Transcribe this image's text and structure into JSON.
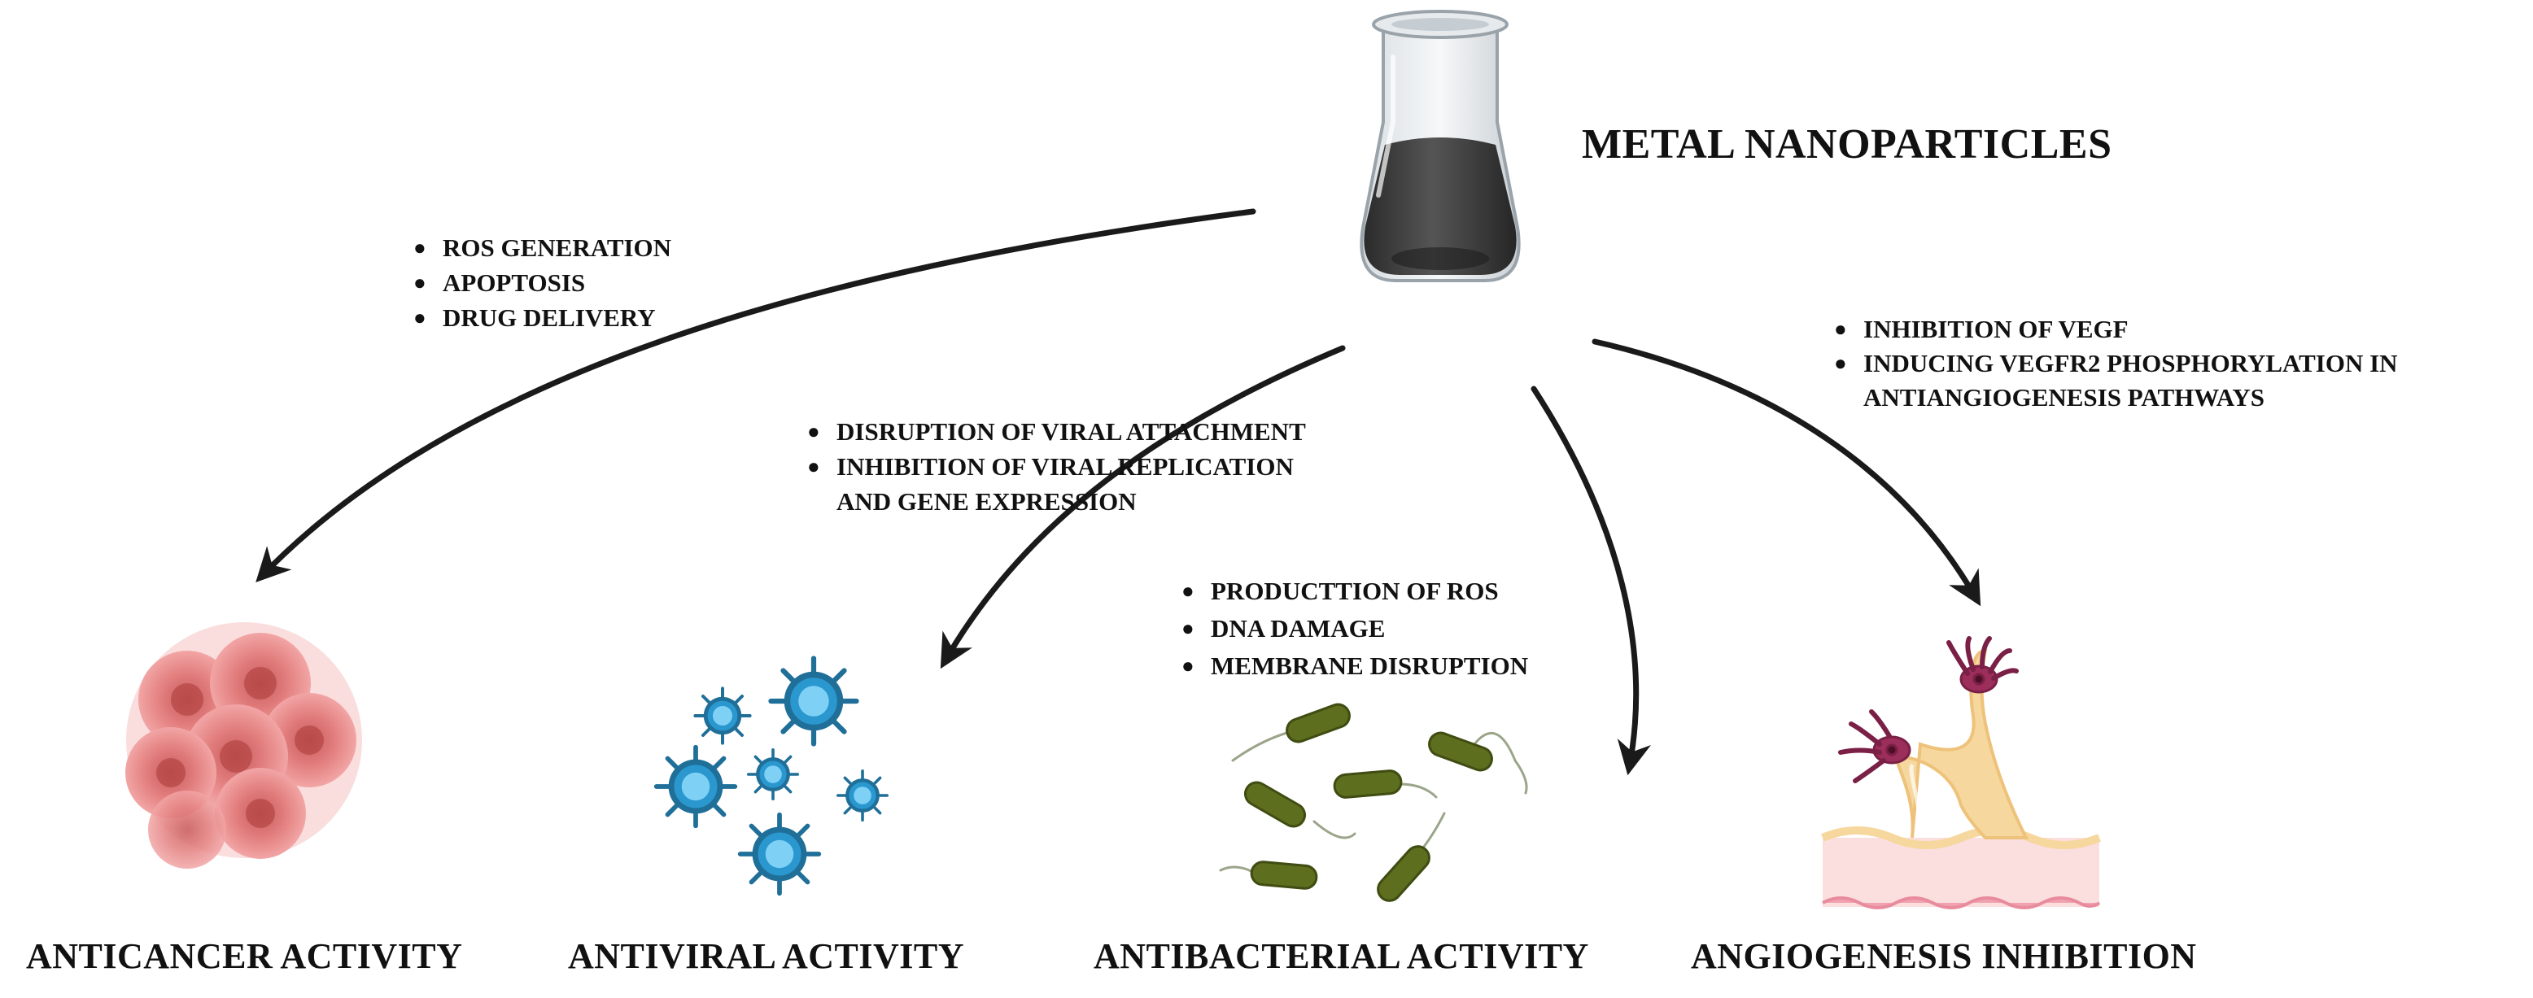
{
  "title": "METAL NANOPARTICLES",
  "branches": [
    {
      "label": "ANTICANCER ACTIVITY",
      "mechanisms": [
        "ROS GENERATION",
        "APOPTOSIS",
        "DRUG DELIVERY"
      ],
      "icon": "cancer-cell-cluster-icon"
    },
    {
      "label": "ANTIVIRAL ACTIVITY",
      "mechanisms": [
        "DISRUPTION OF VIRAL ATTACHMENT",
        "INHIBITION OF VIRAL REPLICATION\nAND GENE EXPRESSION"
      ],
      "icon": "virus-particles-icon"
    },
    {
      "label": "ANTIBACTERIAL ACTIVITY",
      "mechanisms": [
        "PRODUCTTION OF ROS",
        "DNA DAMAGE",
        "MEMBRANE DISRUPTION"
      ],
      "icon": "bacteria-icon"
    },
    {
      "label": "ANGIOGENESIS INHIBITION",
      "mechanisms": [
        "INHIBITION OF VEGF",
        "INDUCING VEGFR2 PHOSPHORYLATION IN\nANTIANGIOGENESIS PATHWAYS"
      ],
      "icon": "blood-vessel-sprouting-icon"
    }
  ],
  "colors": {
    "arrow": "#1a1a1a",
    "liquid": "#3a3a3a",
    "cancer_cell": "#e07f7f",
    "virus": "#2a97cf",
    "bacteria": "#5d6e1e",
    "vessel": "#f6d79d",
    "vessel_tip": "#9c2e5b"
  }
}
